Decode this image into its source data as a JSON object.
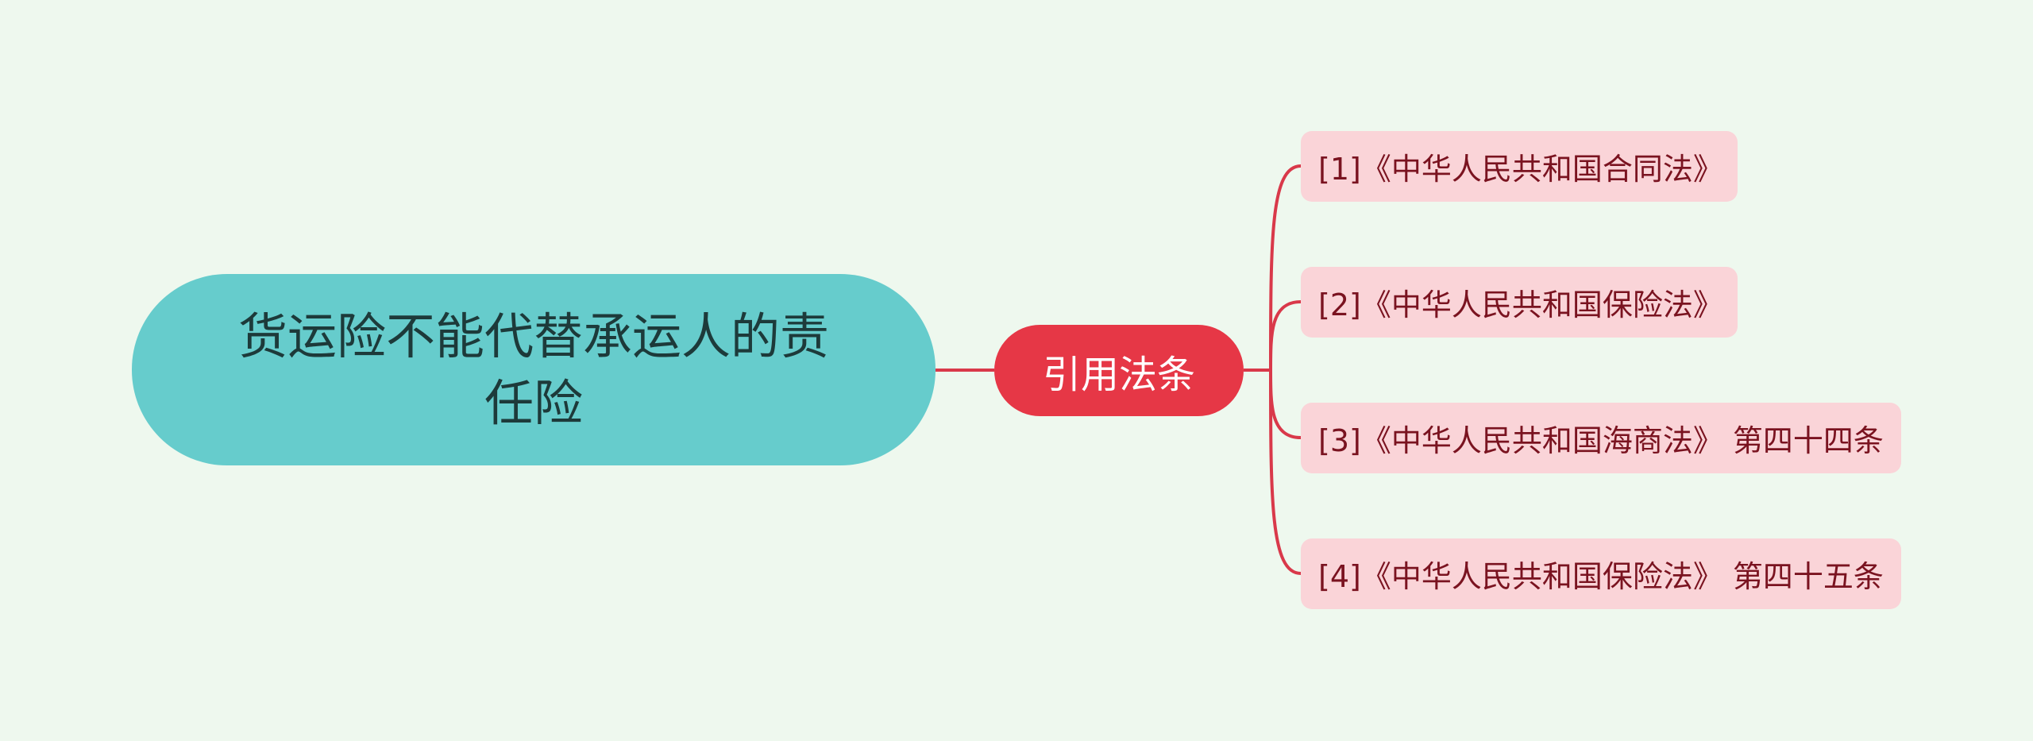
{
  "mindmap": {
    "root": {
      "label": "货运险不能代替承运人的责任险"
    },
    "branch": {
      "label": "引用法条"
    },
    "leaves": [
      {
        "label": "[1]《中华人民共和国合同法》"
      },
      {
        "label": "[2]《中华人民共和国保险法》"
      },
      {
        "label": "[3]《中华人民共和国海商法》 第四十四条"
      },
      {
        "label": "[4]《中华人民共和国保险法》 第四十五条"
      }
    ]
  },
  "colors": {
    "background": "#eef8ee",
    "root_fill": "#66cccc",
    "branch_fill": "#e63746",
    "leaf_fill": "#fad4d8",
    "connector": "#d9394a"
  }
}
